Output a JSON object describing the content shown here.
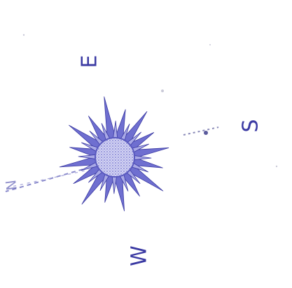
{
  "compass": {
    "labels": {
      "east": "E",
      "south": "S",
      "west": "W",
      "north": "N"
    },
    "colors": {
      "ink": "#3b3aa3",
      "ray_fill": "#6f6fd0",
      "center_fill": "#a9a9e6"
    }
  }
}
